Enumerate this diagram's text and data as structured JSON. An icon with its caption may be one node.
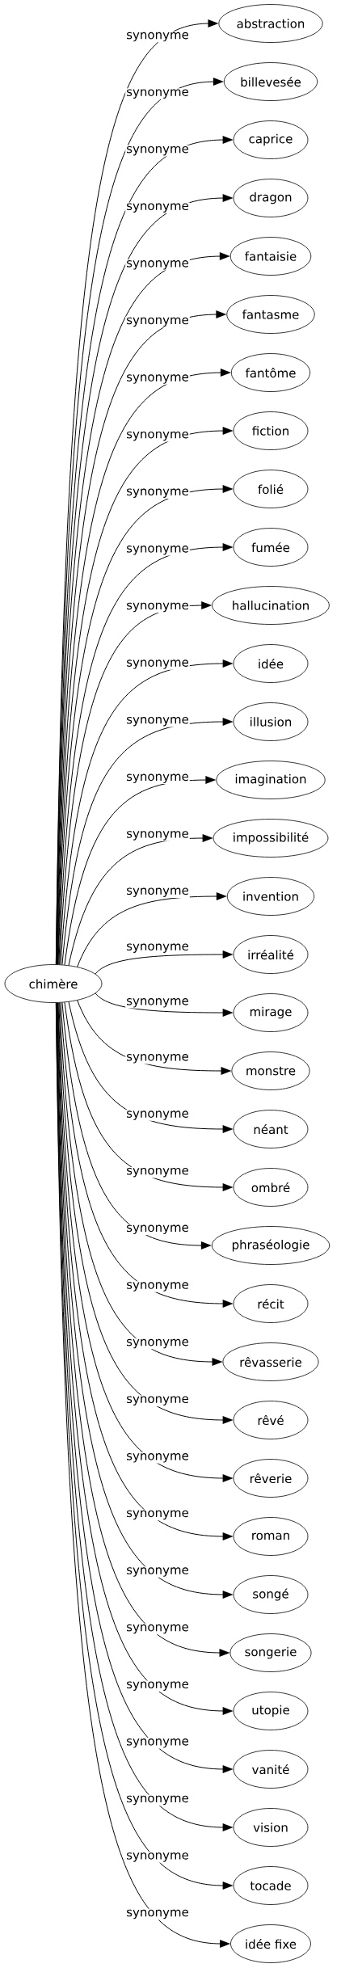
{
  "diagram": {
    "nodes": [
      {
        "text": [
          "chimère"
        ]
      },
      {
        "text": [
          "abstraction"
        ]
      },
      {
        "text": [
          "billevesée"
        ]
      },
      {
        "text": [
          "caprice"
        ]
      },
      {
        "text": [
          "dragon"
        ]
      },
      {
        "text": [
          "fantaisie"
        ]
      },
      {
        "text": [
          "fantasme"
        ]
      },
      {
        "text": [
          "fantôme"
        ]
      },
      {
        "text": [
          "fiction"
        ]
      },
      {
        "text": [
          "folié"
        ]
      },
      {
        "text": [
          "fumée"
        ]
      },
      {
        "text": [
          "hallucination"
        ]
      },
      {
        "text": [
          "idée"
        ]
      },
      {
        "text": [
          "illusion"
        ]
      },
      {
        "text": [
          "imagination"
        ]
      },
      {
        "text": [
          "impossibilité"
        ]
      },
      {
        "text": [
          "invention"
        ]
      },
      {
        "text": [
          "irréalité"
        ]
      },
      {
        "text": [
          "mirage"
        ]
      },
      {
        "text": [
          "monstre"
        ]
      },
      {
        "text": [
          "néant"
        ]
      },
      {
        "text": [
          "ombré"
        ]
      },
      {
        "text": [
          "phraséologie"
        ]
      },
      {
        "text": [
          "récit"
        ]
      },
      {
        "text": [
          "rêvasserie"
        ]
      },
      {
        "text": [
          "rêvé"
        ]
      },
      {
        "text": [
          "rêverie"
        ]
      },
      {
        "text": [
          "roman"
        ]
      },
      {
        "text": [
          "songé"
        ]
      },
      {
        "text": [
          "songerie"
        ]
      },
      {
        "text": [
          "utopie"
        ]
      },
      {
        "text": [
          "vanité"
        ]
      },
      {
        "text": [
          "vision"
        ]
      },
      {
        "text": [
          "tocade"
        ]
      },
      {
        "text": [
          "idée fixe"
        ]
      }
    ],
    "edges": [
      {
        "from": 0,
        "to": 1,
        "arrow": "to",
        "label": "synonyme"
      },
      {
        "from": 0,
        "to": 2,
        "arrow": "to",
        "label": "synonyme"
      },
      {
        "from": 0,
        "to": 3,
        "arrow": "to",
        "label": "synonyme"
      },
      {
        "from": 0,
        "to": 4,
        "arrow": "to",
        "label": "synonyme"
      },
      {
        "from": 0,
        "to": 5,
        "arrow": "to",
        "label": "synonyme"
      },
      {
        "from": 0,
        "to": 6,
        "arrow": "to",
        "label": "synonyme"
      },
      {
        "from": 0,
        "to": 7,
        "arrow": "to",
        "label": "synonyme"
      },
      {
        "from": 0,
        "to": 8,
        "arrow": "to",
        "label": "synonyme"
      },
      {
        "from": 0,
        "to": 9,
        "arrow": "to",
        "label": "synonyme"
      },
      {
        "from": 0,
        "to": 10,
        "arrow": "to",
        "label": "synonyme"
      },
      {
        "from": 0,
        "to": 11,
        "arrow": "to",
        "label": "synonyme"
      },
      {
        "from": 0,
        "to": 12,
        "arrow": "to",
        "label": "synonyme"
      },
      {
        "from": 0,
        "to": 13,
        "arrow": "to",
        "label": "synonyme"
      },
      {
        "from": 0,
        "to": 14,
        "arrow": "to",
        "label": "synonyme"
      },
      {
        "from": 0,
        "to": 15,
        "arrow": "to",
        "label": "synonyme"
      },
      {
        "from": 0,
        "to": 16,
        "arrow": "to",
        "label": "synonyme"
      },
      {
        "from": 0,
        "to": 17,
        "arrow": "to",
        "label": "synonyme"
      },
      {
        "from": 0,
        "to": 18,
        "arrow": "to",
        "label": "synonyme"
      },
      {
        "from": 0,
        "to": 19,
        "arrow": "to",
        "label": "synonyme"
      },
      {
        "from": 0,
        "to": 20,
        "arrow": "to",
        "label": "synonyme"
      },
      {
        "from": 0,
        "to": 21,
        "arrow": "to",
        "label": "synonyme"
      },
      {
        "from": 0,
        "to": 22,
        "arrow": "to",
        "label": "synonyme"
      },
      {
        "from": 0,
        "to": 23,
        "arrow": "to",
        "label": "synonyme"
      },
      {
        "from": 0,
        "to": 24,
        "arrow": "to",
        "label": "synonyme"
      },
      {
        "from": 0,
        "to": 25,
        "arrow": "to",
        "label": "synonyme"
      },
      {
        "from": 0,
        "to": 26,
        "arrow": "to",
        "label": "synonyme"
      },
      {
        "from": 0,
        "to": 27,
        "arrow": "to",
        "label": "synonyme"
      },
      {
        "from": 0,
        "to": 28,
        "arrow": "to",
        "label": "synonyme"
      },
      {
        "from": 0,
        "to": 29,
        "arrow": "to",
        "label": "synonyme"
      },
      {
        "from": 0,
        "to": 30,
        "arrow": "to",
        "label": "synonyme"
      },
      {
        "from": 0,
        "to": 31,
        "arrow": "to",
        "label": "synonyme"
      },
      {
        "from": 0,
        "to": 32,
        "arrow": "to",
        "label": "synonyme"
      },
      {
        "from": 0,
        "to": 33,
        "arrow": "to",
        "label": "synonyme"
      },
      {
        "from": 0,
        "to": 34,
        "arrow": "to",
        "label": "synonyme"
      }
    ]
  }
}
